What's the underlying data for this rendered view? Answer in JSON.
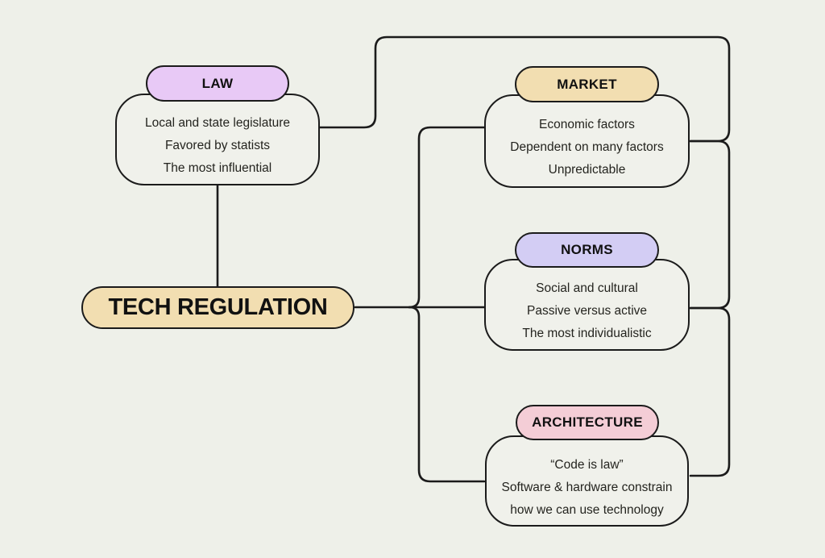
{
  "colors": {
    "background": "#eef0e9",
    "line": "#1b1b1b",
    "node_fill": "#f0f1eb",
    "center_pill": "#f2deb1",
    "law_pill": "#e8c9f6",
    "market_pill": "#f2deb1",
    "norms_pill": "#d3cdf4",
    "architecture_pill": "#f4cdd6"
  },
  "center": {
    "label": "TECH REGULATION"
  },
  "nodes": [
    {
      "id": "law",
      "label": "LAW",
      "lines": [
        "Local and state legislature",
        "Favored by statists",
        "The most influential"
      ]
    },
    {
      "id": "market",
      "label": "MARKET",
      "lines": [
        "Economic factors",
        "Dependent on many factors",
        "Unpredictable"
      ]
    },
    {
      "id": "norms",
      "label": "NORMS",
      "lines": [
        "Social and cultural",
        "Passive versus active",
        "The most individualistic"
      ]
    },
    {
      "id": "architecture",
      "label": "ARCHITECTURE",
      "lines": [
        "“Code is law”",
        "Software & hardware constrain",
        "how we can use technology"
      ]
    }
  ]
}
